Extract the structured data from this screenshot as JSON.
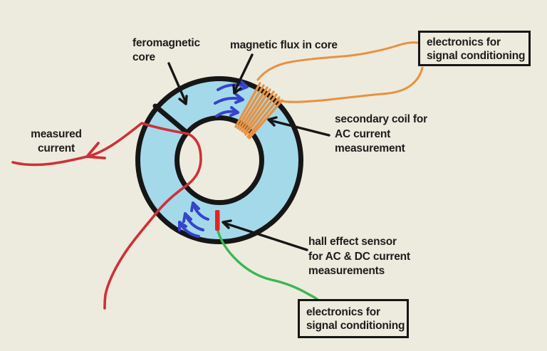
{
  "title": "hall effect and transformer current sensor diagram",
  "colors": {
    "background": "#edebde",
    "core-fill": "#a4d9ea",
    "outline": "#161616",
    "wire-red": "#cf3038",
    "wire-orange": "#e8913f",
    "wire-green": "#3cb554",
    "flux-blue": "#3742cd",
    "sensor-red": "#e02622",
    "text": "#1c1c1c"
  },
  "labels": {
    "core": {
      "line1": "feromagnetic",
      "line2": "core"
    },
    "flux": {
      "line1": "magnetic flux in core"
    },
    "box_top": {
      "line1": "electronics for",
      "line2": "signal conditioning"
    },
    "coil": {
      "line1": "secondary coil for",
      "line2": "AC current",
      "line3": "measurement"
    },
    "measured": {
      "line1": "measured",
      "line2": "current"
    },
    "hall": {
      "line1": "hall effect sensor",
      "line2": "for AC & DC current",
      "line3": "measurements"
    },
    "box_bottom": {
      "line1": "electronics for",
      "line2": "signal conditioning"
    }
  },
  "icons": {
    "flux_arrow": "curved-blue-arrow",
    "pointer_arrow": "black-pointer-arrow",
    "current_arrow": "red-current-direction-arrow"
  }
}
